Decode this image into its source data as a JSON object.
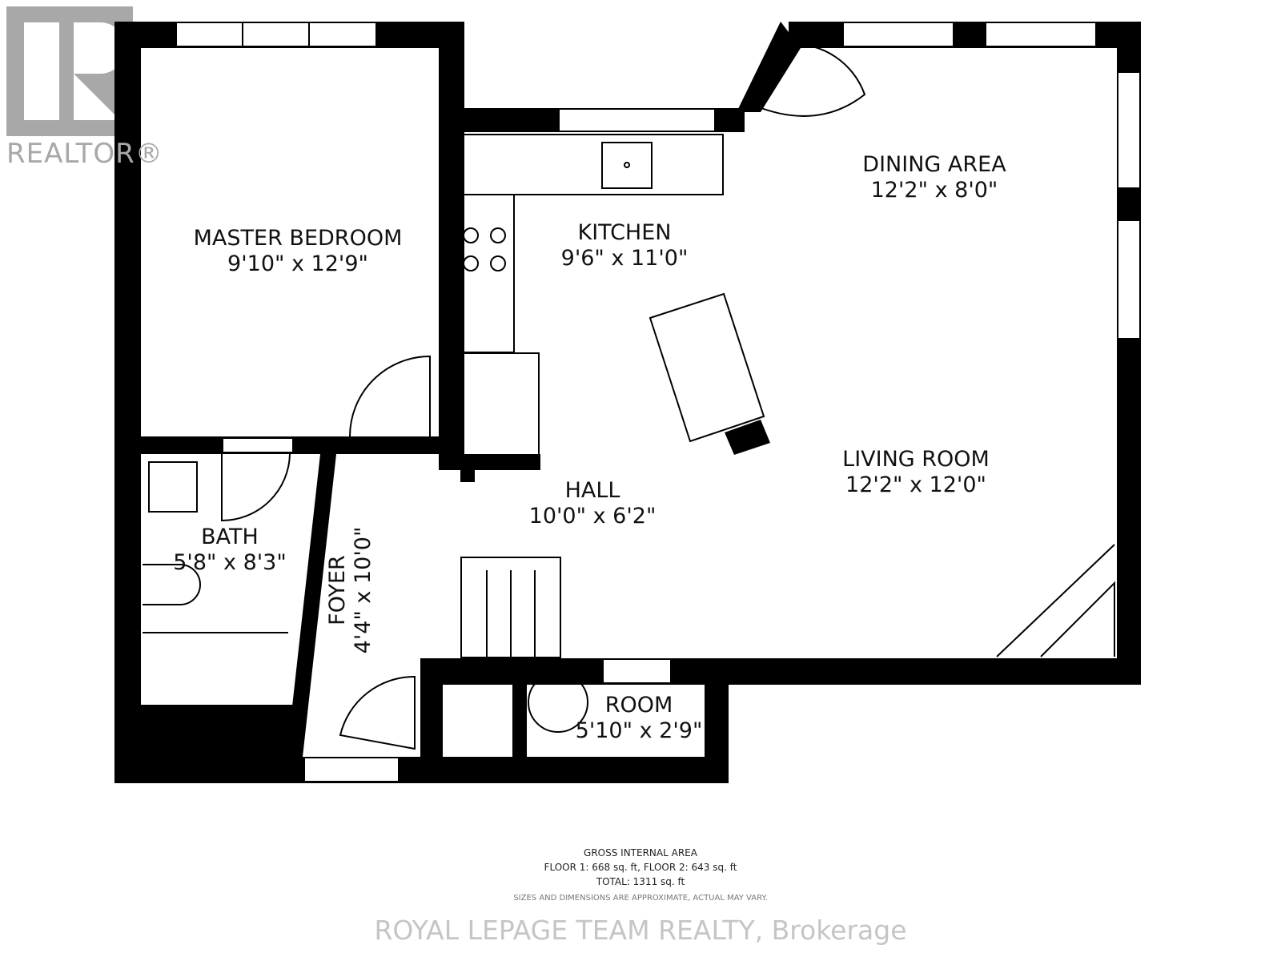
{
  "logo": {
    "text": "REALTOR®"
  },
  "rooms": [
    {
      "name": "MASTER BEDROOM",
      "size": "9'10\" x 12'9\""
    },
    {
      "name": "KITCHEN",
      "size": "9'6\" x 11'0\""
    },
    {
      "name": "DINING AREA",
      "size": "12'2\" x 8'0\""
    },
    {
      "name": "LIVING ROOM",
      "size": "12'2\" x 12'0\""
    },
    {
      "name": "HALL",
      "size": "10'0\" x 6'2\""
    },
    {
      "name": "BATH",
      "size": "5'8\" x 8'3\""
    },
    {
      "name": "FOYER",
      "size": "4'4\" x 10'0\""
    },
    {
      "name": "ROOM",
      "size": "5'10\" x 2'9\""
    }
  ],
  "footer": {
    "title": "GROSS INTERNAL AREA",
    "floors": "FLOOR 1: 668 sq. ft, FLOOR 2: 643 sq. ft",
    "total": "TOTAL: 1311 sq. ft",
    "disclaimer": "SIZES AND DIMENSIONS ARE APPROXIMATE, ACTUAL MAY VARY."
  },
  "watermark": "ROYAL LEPAGE TEAM REALTY, Brokerage"
}
